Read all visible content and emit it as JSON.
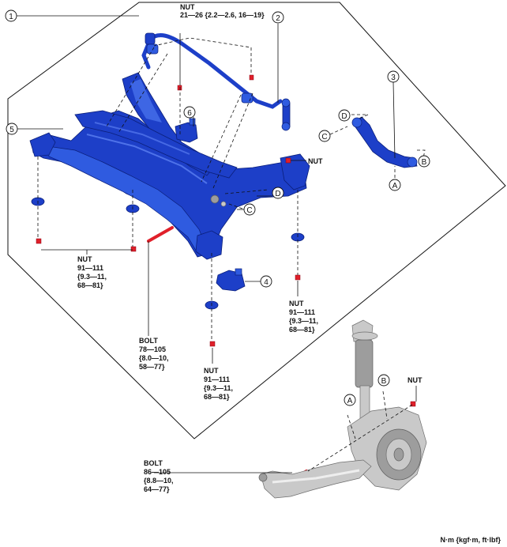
{
  "callouts": {
    "c1": "1",
    "c2": "2",
    "c3": "3",
    "c4": "4",
    "c5": "5",
    "c6": "6",
    "cA": "A",
    "cB": "B",
    "cC": "C",
    "cD": "D"
  },
  "labels": {
    "nut_top_title": "NUT",
    "nut_top_spec": "21—26 {2.2—2.6, 16—19}",
    "nut_right_small": "NUT",
    "nut_left_lines": [
      "NUT",
      "91—111",
      "{9.3—11,",
      "68—81}"
    ],
    "bolt_mid_lines": [
      "BOLT",
      "78—105",
      "{8.0—10,",
      "58—77}"
    ],
    "nut_center_lines": [
      "NUT",
      "91—111",
      "{9.3—11,",
      "68—81}"
    ],
    "nut_right_lines": [
      "NUT",
      "91—111",
      "{9.3—11,",
      "68—81}"
    ],
    "nut_knuckle": "NUT",
    "bolt_low_lines": [
      "BOLT",
      "86—105",
      "{8.8—10,",
      "64—77}"
    ],
    "unit_legend": "N·m {kgf·m, ft·lbf}"
  },
  "colors": {
    "part_blue": "#1d3fc8",
    "part_grey": "#c9c9c9",
    "fastener_red": "#e0202a"
  }
}
